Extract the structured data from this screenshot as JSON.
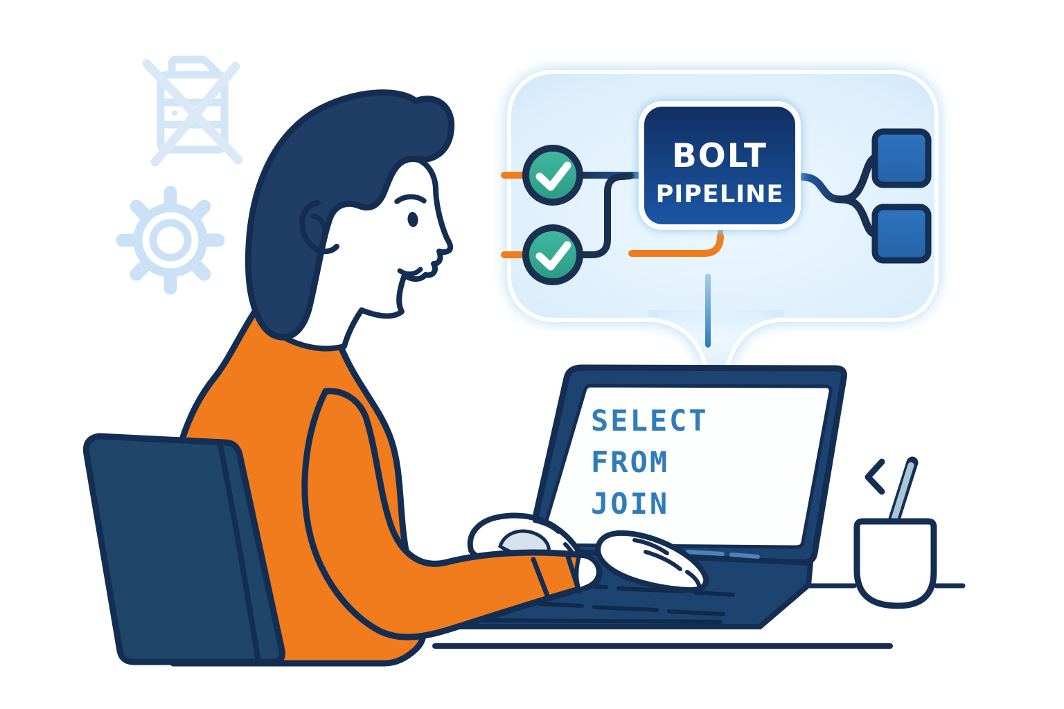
{
  "pipeline_box": {
    "line1": "BOLT",
    "line2": "PIPELINE"
  },
  "laptop_screen": {
    "code_lines": [
      "SELECT",
      "FROM",
      "JOIN"
    ]
  },
  "icons": {
    "check_icon": "✓",
    "code_bracket_icon": "<",
    "gear_icon": "gear",
    "server_crossed_icon": "server-crossed-out",
    "pen_icon": "pen"
  },
  "colors": {
    "navy_outline": "#132e52",
    "navy_fill": "#1d4470",
    "hair_navy": "#203d66",
    "chair_navy": "#1f4569",
    "orange": "#f07c1e",
    "teal_check": "#34a892",
    "node_blue": "#2a6db6",
    "code_text_blue": "#2f7cba",
    "bubble_light_blue": "#d9ecfb",
    "faint_icon_blue": "#cfe3f5"
  }
}
